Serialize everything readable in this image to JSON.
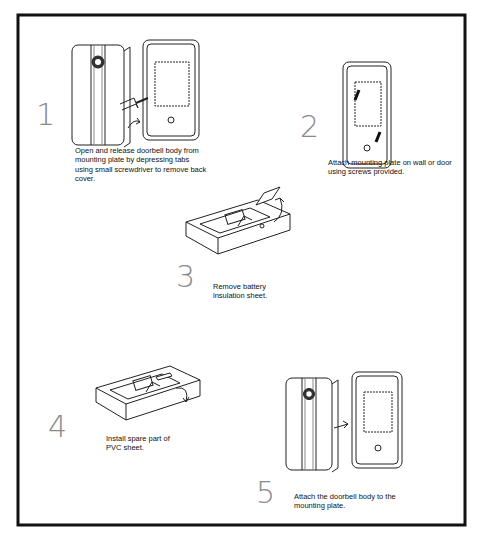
{
  "diagram": {
    "labels": [
      "1",
      "Open and release doorbell body from mounting plate by depressing tabs using small screwdriver to remove back cover.",
      "2",
      "Attach mounting plate on wall or door using screws provided.",
      "3",
      "Remove battery insulation sheet.",
      "4",
      "Install spare part of PVC sheet.",
      "5",
      "Attach the doorbell body to the mounting plate."
    ]
  }
}
